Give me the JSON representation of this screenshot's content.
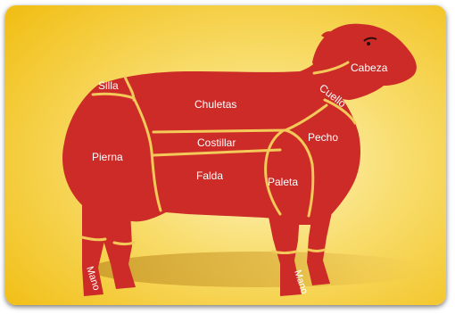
{
  "diagram": {
    "colors": {
      "background_light": "#fbeb9a",
      "background_deep": "#f3c41d",
      "body": "#cc2b27",
      "divider": "#f3c95a",
      "shadow": "#d9a42b"
    },
    "cuts": [
      {
        "id": "cabeza",
        "label": "Cabeza"
      },
      {
        "id": "cuello",
        "label": "Cuello"
      },
      {
        "id": "silla",
        "label": "Silla"
      },
      {
        "id": "chuletas",
        "label": "Chuletas"
      },
      {
        "id": "pecho",
        "label": "Pecho"
      },
      {
        "id": "costillar",
        "label": "Costillar"
      },
      {
        "id": "pierna",
        "label": "Pierna"
      },
      {
        "id": "falda",
        "label": "Falda"
      },
      {
        "id": "paleta",
        "label": "Paleta"
      },
      {
        "id": "mano_trasera",
        "label": "Mano"
      },
      {
        "id": "mano_delantera",
        "label": "Mano"
      }
    ]
  }
}
